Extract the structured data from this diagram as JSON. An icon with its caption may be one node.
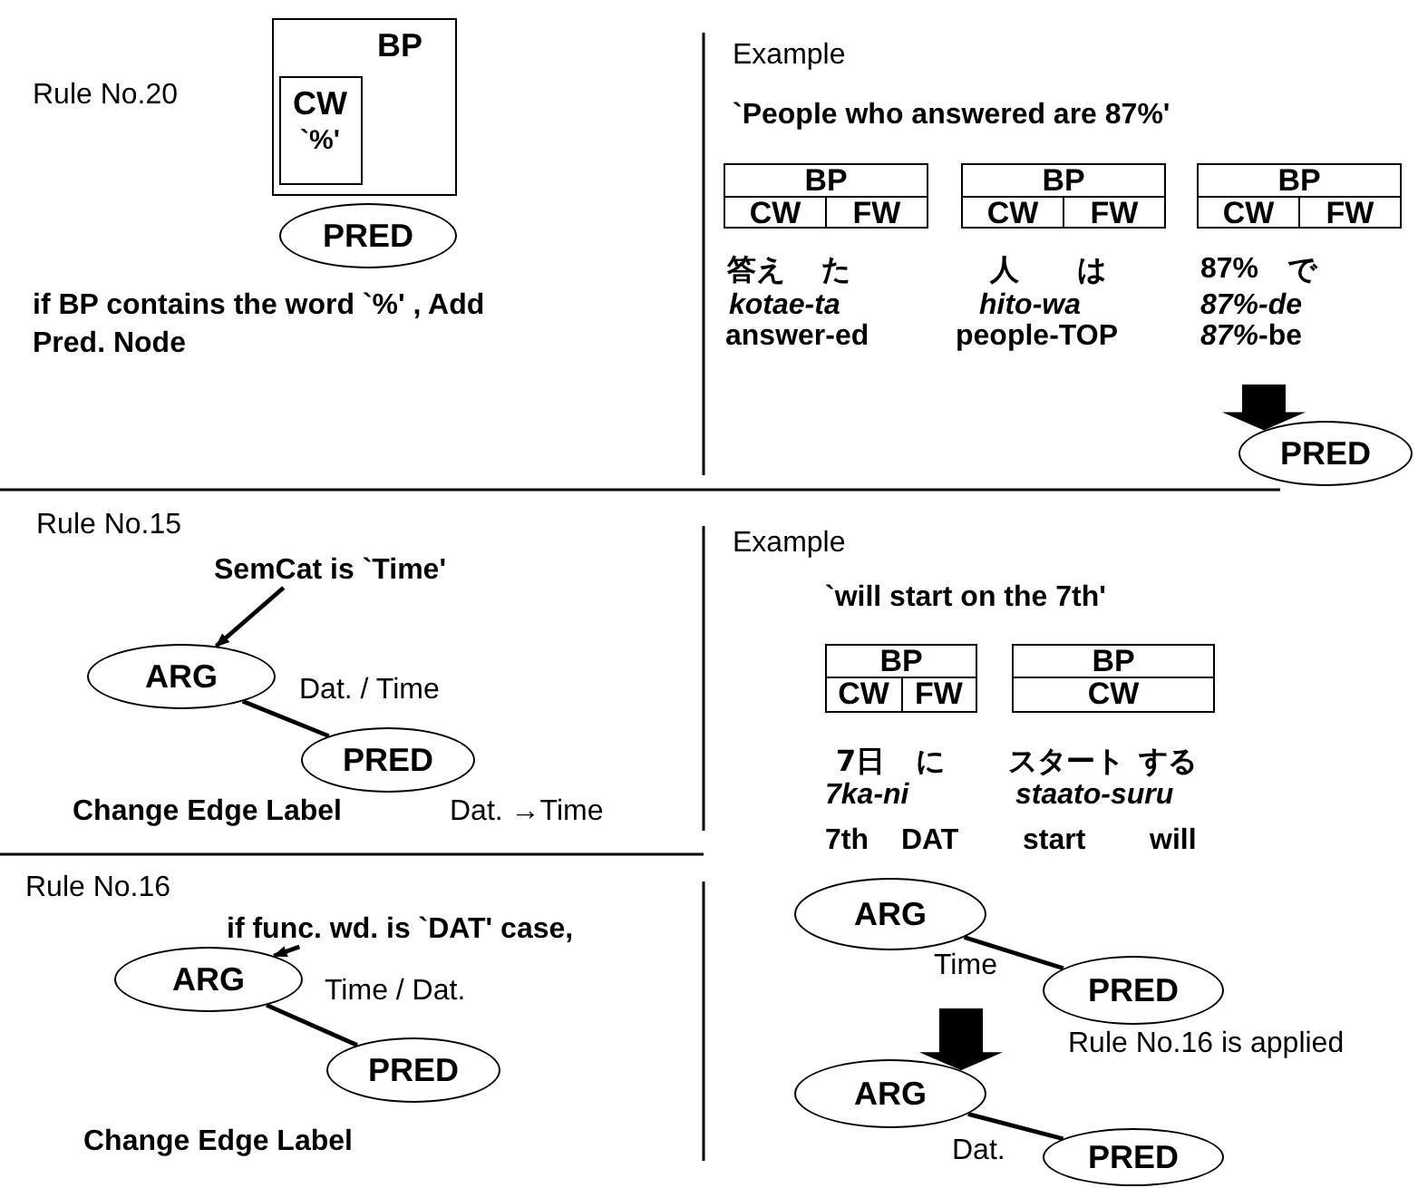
{
  "diagram": {
    "nodes": [
      {
        "text": [
          "BP"
        ]
      },
      {
        "text": [
          "CW",
          "`%'"
        ],
        "in": 0
      },
      {
        "text": [
          "PRED"
        ]
      },
      {
        "text": [
          "BP",
          "CW",
          "FW"
        ]
      },
      {
        "text": [
          "BP",
          "CW",
          "FW"
        ]
      },
      {
        "text": [
          "BP",
          "CW",
          "FW"
        ]
      },
      {
        "text": [
          "PRED"
        ]
      },
      {
        "text": [
          "SemCat is `Time'"
        ]
      },
      {
        "text": [
          "ARG"
        ]
      },
      {
        "text": [
          "PRED"
        ]
      },
      {
        "text": [
          "if func. wd. is `DAT' case,"
        ]
      },
      {
        "text": [
          "ARG"
        ]
      },
      {
        "text": [
          "PRED"
        ]
      },
      {
        "text": [
          "BP",
          "CW",
          "FW"
        ]
      },
      {
        "text": [
          "BP",
          "CW"
        ]
      },
      {
        "text": [
          "ARG"
        ]
      },
      {
        "text": [
          "PRED"
        ]
      },
      {
        "text": [
          "ARG"
        ]
      },
      {
        "text": [
          "PRED"
        ]
      }
    ],
    "edges": [
      {
        "from": null,
        "to": 6,
        "arrow": "to",
        "style": "thick"
      },
      {
        "from": 7,
        "to": 8,
        "arrow": "to"
      },
      {
        "from": 8,
        "to": 9,
        "arrow": "none",
        "label": "Dat. / Time"
      },
      {
        "from": 10,
        "to": 11,
        "arrow": "to"
      },
      {
        "from": 11,
        "to": 12,
        "arrow": "none",
        "label": "Time / Dat."
      },
      {
        "from": 15,
        "to": 16,
        "arrow": "none",
        "label": "Time"
      },
      {
        "from": null,
        "to": 17,
        "arrow": "to",
        "style": "thick"
      },
      {
        "from": 17,
        "to": 18,
        "arrow": "none",
        "label": "Dat."
      }
    ],
    "labels": [
      "Rule No.20",
      "if BP contains the word `%' , Add Pred. Node",
      "Example",
      "`People who answered are 87%'",
      "答え",
      "た",
      "人",
      "は",
      "87%",
      "で",
      "kotae-ta",
      "hito-wa",
      "87%-de",
      "answer-ed",
      "people-TOP",
      "*87%*-be",
      "Rule No.15",
      "Change Edge Label",
      "Dat. →Time",
      "Rule No.16",
      "Change Edge Label",
      "Example",
      "`will start on the 7th'",
      "7日",
      "に",
      "スタート",
      "する",
      "7ka-ni",
      "staato-suru",
      "7th",
      "DAT",
      "start",
      "will",
      "Rule No.16 is applied"
    ]
  }
}
